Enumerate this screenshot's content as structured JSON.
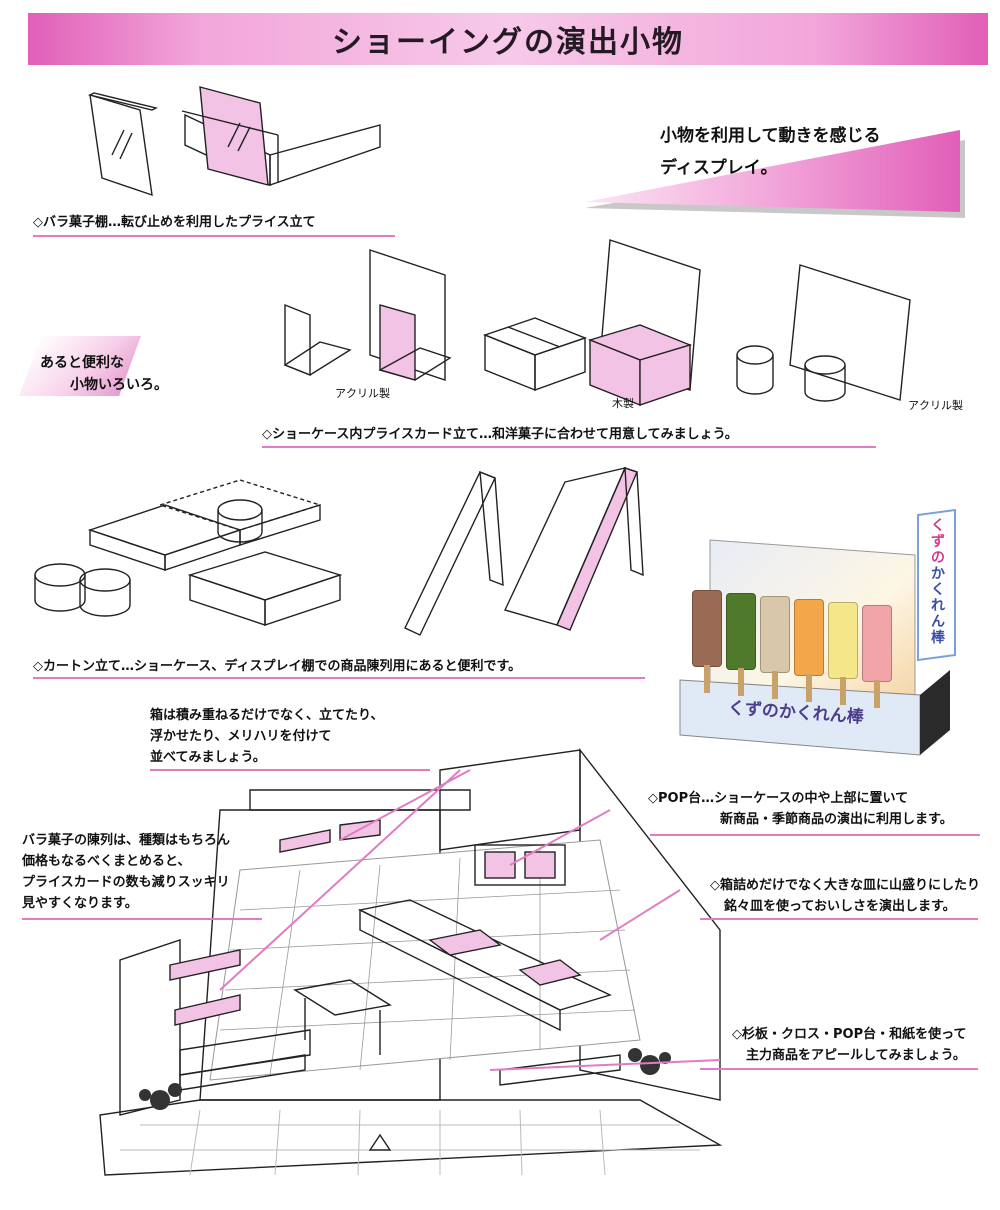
{
  "title": "ショーイングの演出小物",
  "tagline": {
    "line1": "小物を利用して動きを感じる",
    "line2": "ディスプレイ。"
  },
  "useful_items": {
    "line1": "あると便利な",
    "line2": "小物いろいろ。"
  },
  "captions": {
    "bara_shelf": "◇バラ菓子棚…転び止めを利用したプライス立て",
    "showcase_card_stand": "◇ショーケース内プライスカード立て…和洋菓子に合わせて用意してみましょう。",
    "carton_stand": "◇カートン立て…ショーケース、ディスプレイ棚での商品陳列用にあると便利です。"
  },
  "material_labels": {
    "acrylic_left": "アクリル製",
    "wood": "木製",
    "acrylic_right": "アクリル製"
  },
  "pop_product": {
    "name": "くずのかくれん棒",
    "flag_line1": "くずの",
    "flag_line2": "かくれん",
    "flag_line3": "棒",
    "popsicle_colors": [
      "#9a6a55",
      "#4f7a2c",
      "#d8c7a8",
      "#f4a64a",
      "#f6e68a",
      "#f2a5a8"
    ]
  },
  "annotations": {
    "stack_boxes": [
      "箱は積み重ねるだけでなく、立てたり、",
      "浮かせたり、メリハリを付けて",
      "並べてみましょう。"
    ],
    "bara_display": [
      "バラ菓子の陳列は、種類はもちろん",
      "価格もなるべくまとめると、",
      "プライスカードの数も減りスッキリ",
      "見やすくなります。"
    ],
    "pop_stand": [
      "◇POP台…ショーケースの中や上部に置いて",
      "新商品・季節商品の演出に利用します。"
    ],
    "plate_display": [
      "◇箱詰めだけでなく大きな皿に山盛りにしたり",
      "銘々皿を使っておいしさを演出します。"
    ],
    "cedar_board": [
      "◇杉板・クロス・POP台・和紙を使って",
      "主力商品をアピールしてみましょう。"
    ]
  },
  "colors": {
    "accent_pink": "#e07cc3",
    "title_band": "#e15fb8",
    "highlight": "#f3c3e6"
  }
}
